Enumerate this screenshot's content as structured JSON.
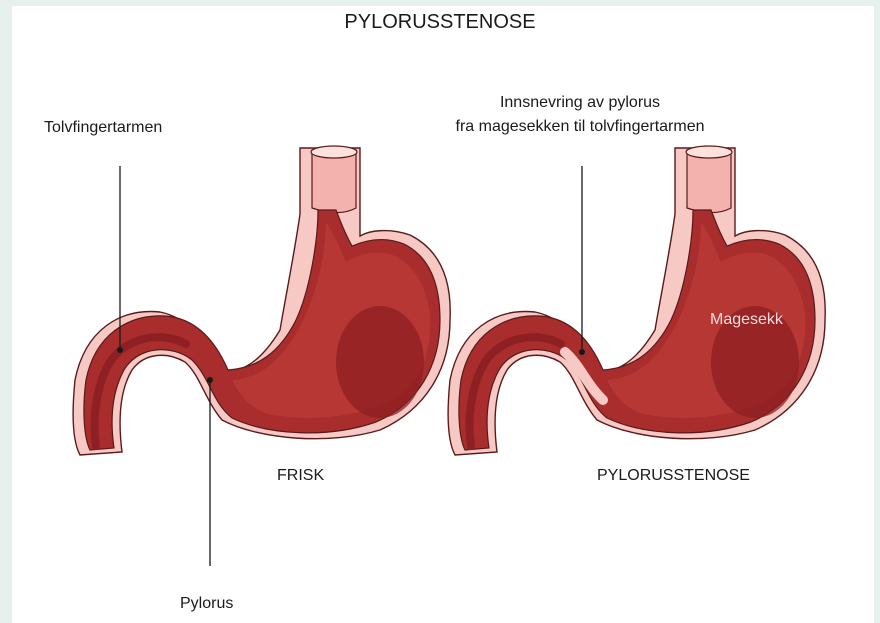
{
  "title": "PYLORUSSTENOSE",
  "labels": {
    "duodenum": "Tolvfingertarmen",
    "narrowing_line1": "Innsnevring av pylorus",
    "narrowing_line2": "fra magesekken til tolvfingertarmen",
    "healthy": "FRISK",
    "stenosis": "PYLORUSSTENOSE",
    "pylorus": "Pylorus",
    "stomach": "Magesekk"
  },
  "colors": {
    "background": "#e6f1ee",
    "tissue_outer": "#f6c9c4",
    "stomach_wall": "#a92d2d",
    "stomach_dark": "#8e1f22",
    "stomach_light": "#c0413d",
    "esophagus": "#f3b2ad",
    "outline": "#5a1a1a"
  }
}
